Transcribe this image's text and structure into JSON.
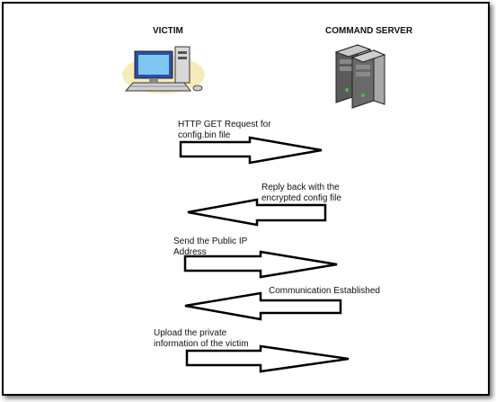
{
  "actors": {
    "victim": "VICTIM",
    "server": "COMMAND SERVER"
  },
  "steps": [
    {
      "text": "HTTP GET Request for config.bin file",
      "line1": "HTTP GET Request for",
      "line2": "config.bin file",
      "direction": "right"
    },
    {
      "text": "Reply back with the encrypted config file",
      "line1": "Reply back with the",
      "line2": "encrypted config file",
      "direction": "left"
    },
    {
      "text": "Send the Public IP Address",
      "line1": "Send the Public IP",
      "line2": "Address",
      "direction": "right"
    },
    {
      "text": "Communication Established",
      "line1": "Communication Established",
      "line2": "",
      "direction": "left"
    },
    {
      "text": "Upload the private information of the victim",
      "line1": "Upload the private",
      "line2": "information of the victim",
      "direction": "right"
    }
  ],
  "icons": {
    "victim": "desktop-computer-icon",
    "server": "server-tower-icon"
  }
}
